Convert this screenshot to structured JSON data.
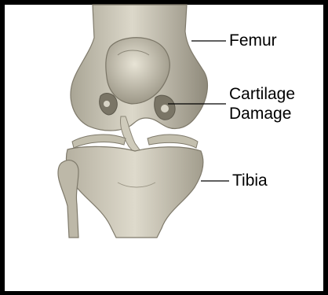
{
  "labels": {
    "femur": "Femur",
    "cartilage_line1": "Cartilage",
    "cartilage_line2": "Damage",
    "tibia": "Tibia"
  },
  "colors": {
    "frame": "#000000",
    "background": "#ffffff",
    "bone_light": "#d8d4c6",
    "bone_mid": "#b4af9f",
    "bone_dark": "#8a8576",
    "cartilage_damage": "#6f6a5c",
    "ligament": "#c9c5b6"
  }
}
